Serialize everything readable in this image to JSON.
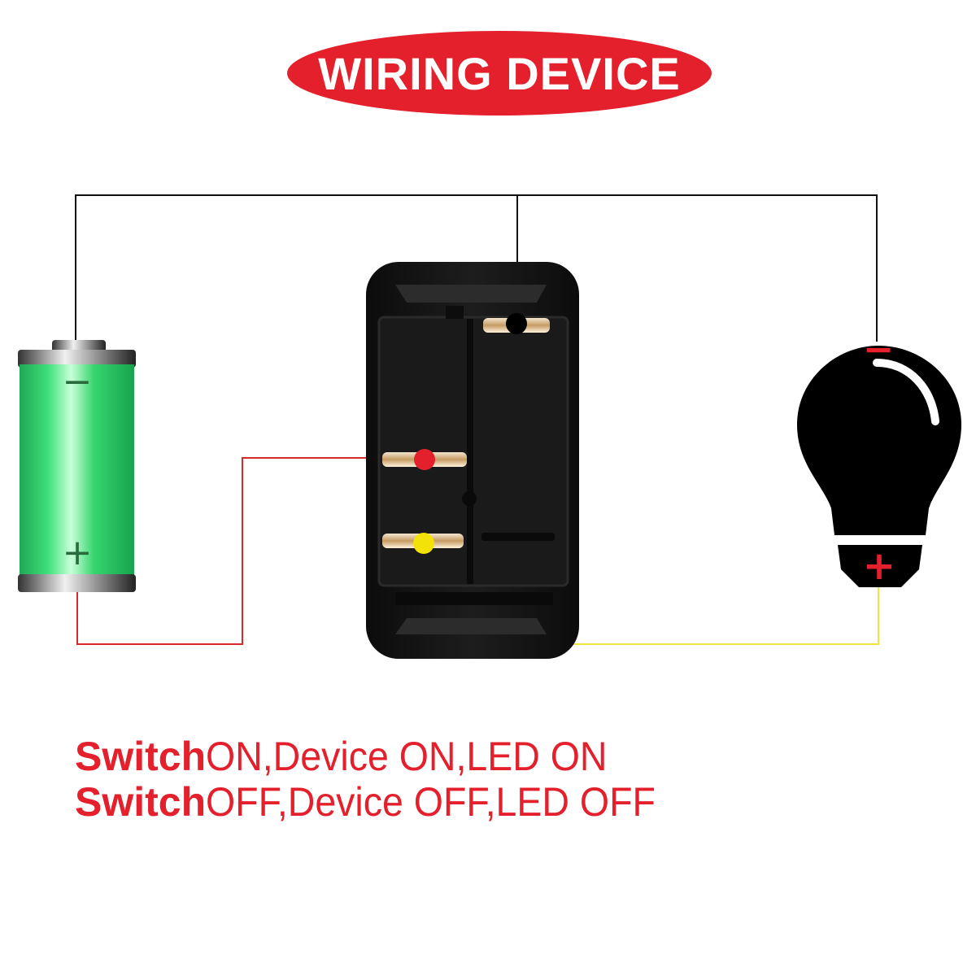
{
  "title": "WIRING DEVICE",
  "colors": {
    "accent_red": "#e3202b",
    "battery_green": "#2fd06a",
    "wire_black": "#111111",
    "wire_red": "#d42a2a",
    "wire_yellow": "#f2e23a",
    "switch_body": "#141414",
    "bulb": "#000000"
  },
  "battery": {
    "negative_symbol": "−",
    "positive_symbol": "+"
  },
  "bulb": {
    "negative_symbol": "−",
    "positive_symbol": "+"
  },
  "captions": [
    {
      "keyword": "Switch",
      "rest": " ON,Device ON,LED ON"
    },
    {
      "keyword": "Switch",
      "rest": " OFF,Device OFF,LED OFF"
    }
  ]
}
